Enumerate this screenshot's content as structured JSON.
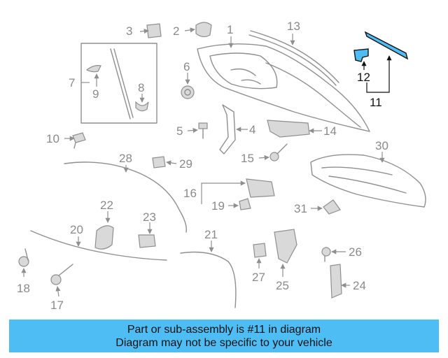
{
  "diagram": {
    "callouts": [
      "1",
      "2",
      "3",
      "4",
      "5",
      "6",
      "7",
      "8",
      "9",
      "10",
      "11",
      "12",
      "13",
      "14",
      "15",
      "16",
      "17",
      "18",
      "19",
      "20",
      "21",
      "22",
      "23",
      "24",
      "25",
      "26",
      "27",
      "28",
      "29",
      "30",
      "31"
    ],
    "highlighted": [
      "11",
      "12"
    ],
    "highlight_color": "#4ebdf4",
    "part_color": "#8f8f8f"
  },
  "banner": {
    "line1": "Part or sub-assembly is #11 in diagram",
    "line2": "Diagram may not be specific to your vehicle",
    "background": "#4ebdf4"
  }
}
